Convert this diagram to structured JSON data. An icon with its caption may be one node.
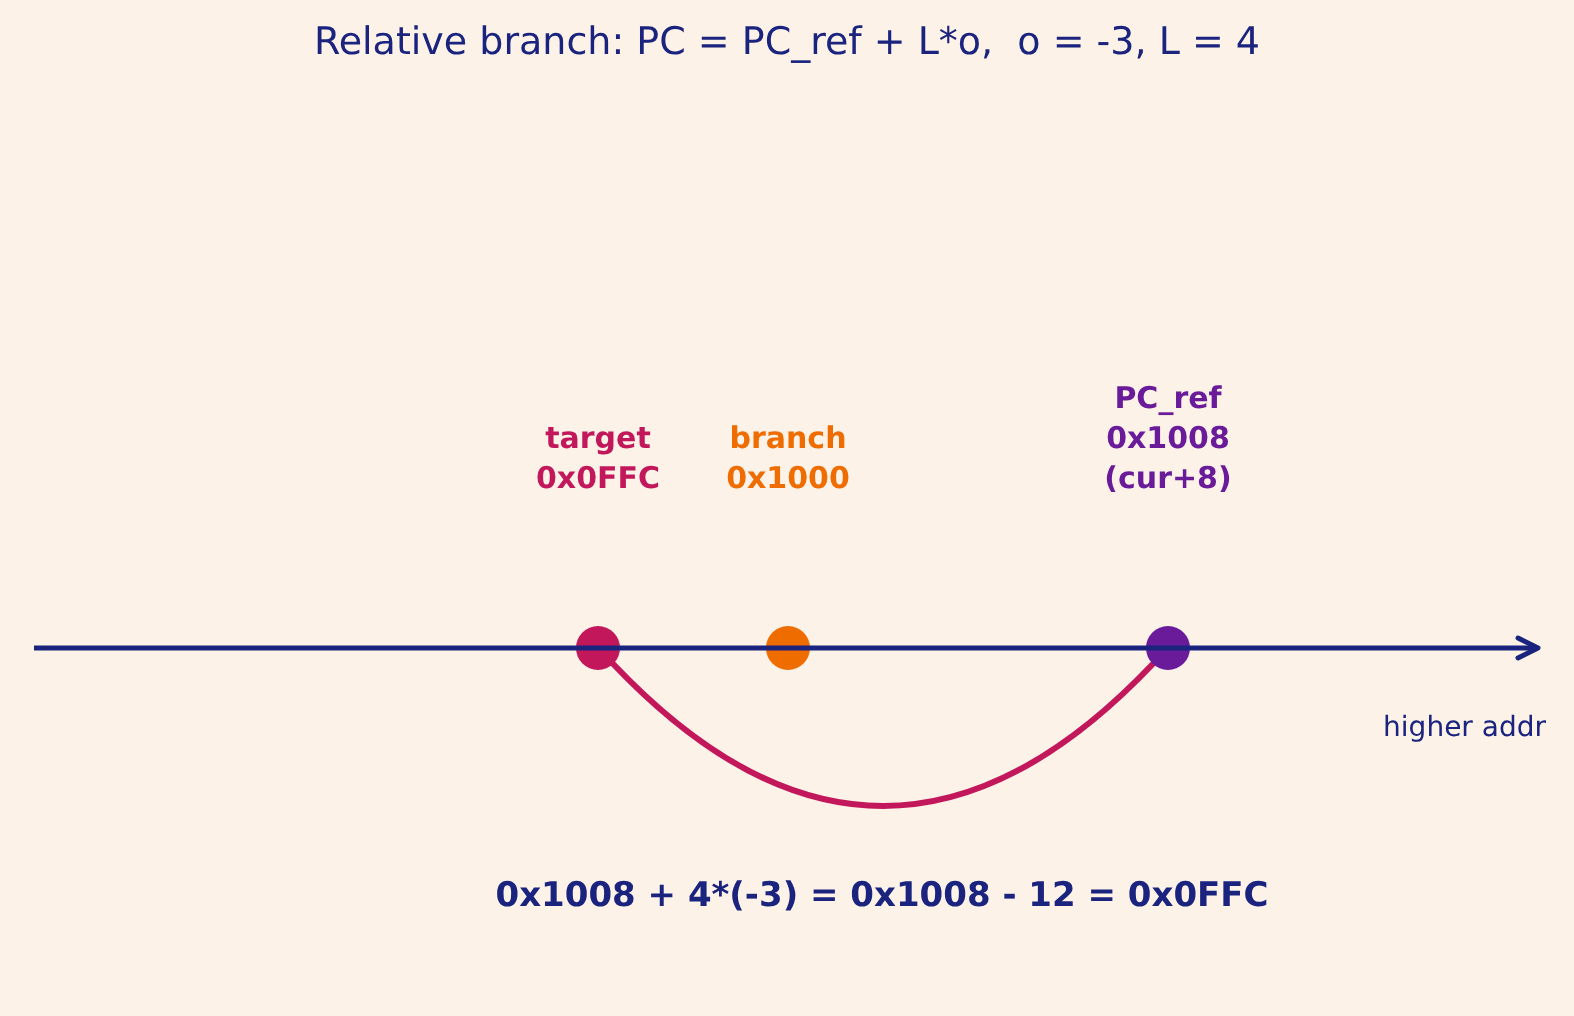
{
  "diagram": {
    "title": "Relative branch: PC = PC_ref + L*o,  o = -3, L = 4",
    "nodes": [
      {
        "text": [],
        "shape": "circle"
      },
      {
        "text": [],
        "shape": "circle"
      },
      {
        "text": [],
        "shape": "circle"
      }
    ],
    "edges": [
      {
        "from": 2,
        "to": 0,
        "arrow": "none"
      }
    ],
    "labels": [
      "target 0x0FFC",
      "branch 0x1000",
      "PC_ref 0x1008 (cur+8)",
      "higher addr",
      "0x1008 + 4*(-3) = 0x1008 - 12 = 0x0FFC"
    ]
  }
}
